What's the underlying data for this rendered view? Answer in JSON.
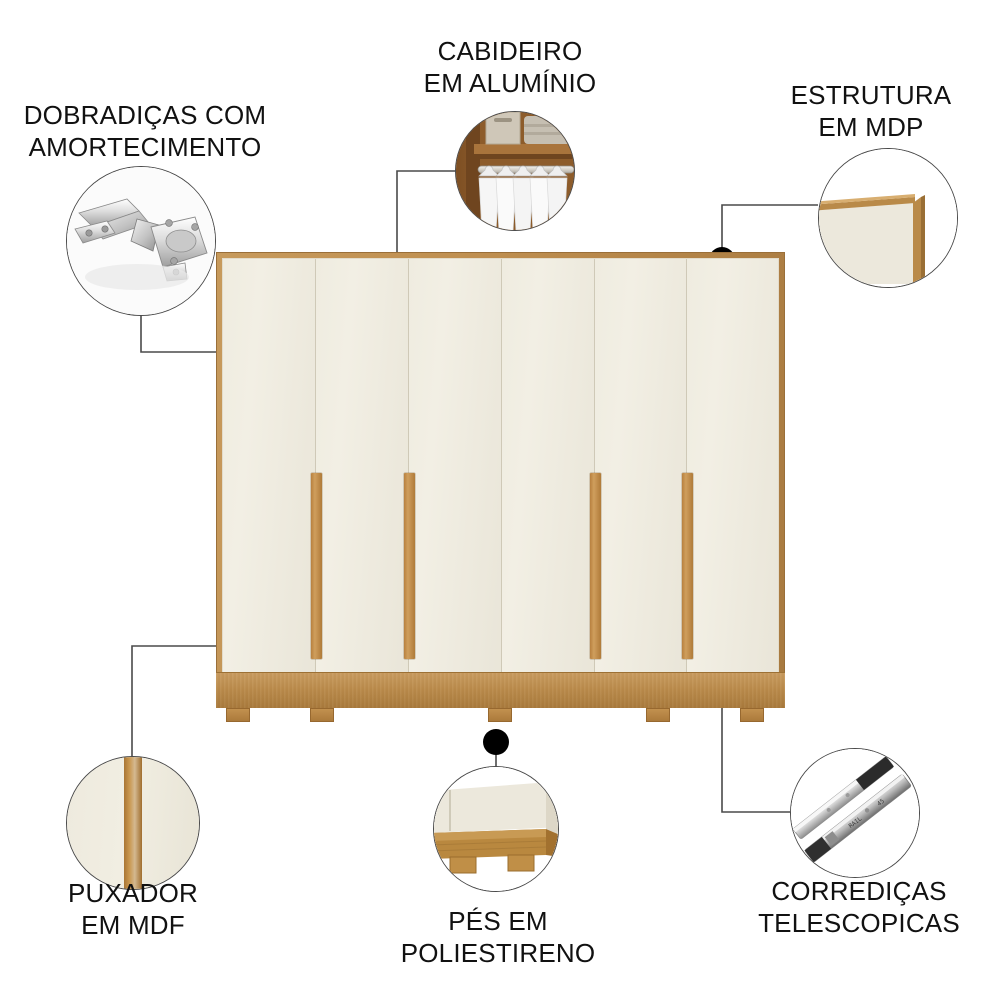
{
  "page": {
    "title": "Guarda-roupa - destaques de materiais",
    "background_color": "#ffffff",
    "text_color": "#111111",
    "line_color": "#4a4a4a",
    "dot_color": "#000000"
  },
  "product": {
    "name": "Guarda-roupa 6 portas",
    "door_count": 6,
    "handle_count": 4,
    "foot_count": 5,
    "frame_color": "#bb8c4c",
    "door_color": "#efece0",
    "handle_color": "#c19152"
  },
  "callouts": [
    {
      "id": "hinges",
      "label": "DOBRADIÇAS COM\nAMORTECIMENTO",
      "icon": "hinge-icon",
      "position": "top-left"
    },
    {
      "id": "hanger-rail",
      "label": "CABIDEIRO\nEM ALUMÍNIO",
      "icon": "closet-rail-icon",
      "position": "top-center"
    },
    {
      "id": "structure",
      "label": "ESTRUTURA\nEM MDP",
      "icon": "panel-corner-icon",
      "position": "top-right"
    },
    {
      "id": "handle",
      "label": "PUXADOR\nEM MDF",
      "icon": "handle-icon",
      "position": "bottom-left"
    },
    {
      "id": "feet",
      "label": "PÉS EM\nPOLIESTIRENO",
      "icon": "foot-icon",
      "position": "bottom-center"
    },
    {
      "id": "slides",
      "label": "CORREDIÇAS\nTELESCOPICAS",
      "icon": "drawer-slide-icon",
      "position": "bottom-right"
    }
  ]
}
